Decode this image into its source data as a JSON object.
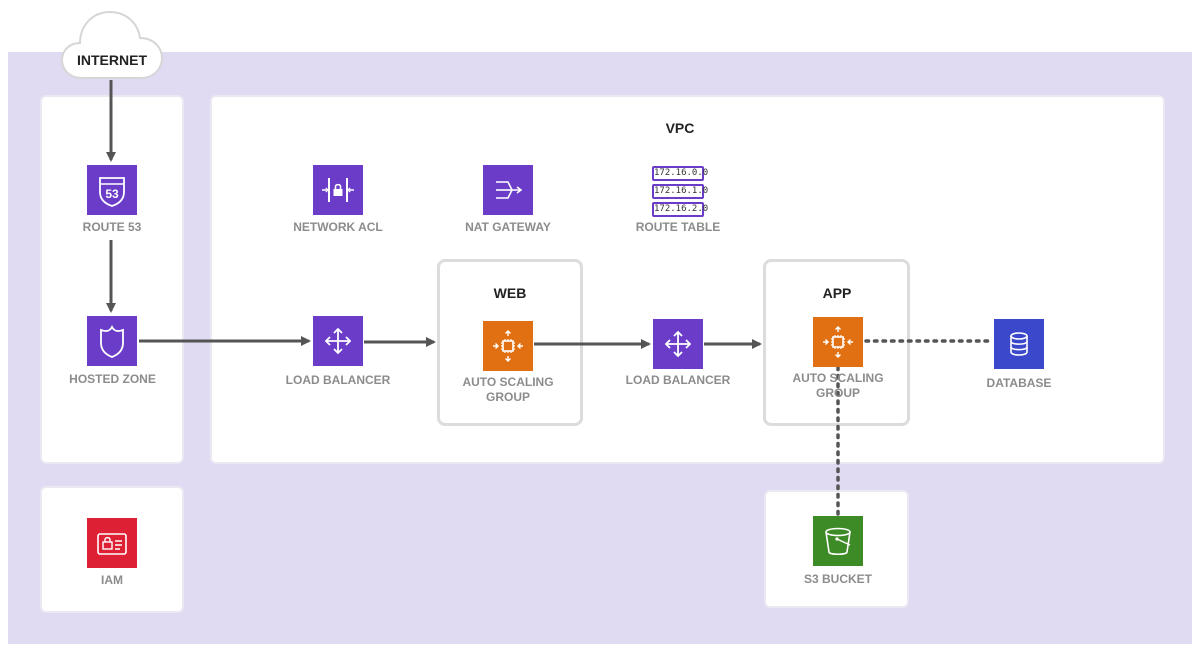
{
  "colors": {
    "background": "#e0daf2",
    "network_purple": "#6a3cc8",
    "compute_orange": "#e07012",
    "security_red": "#dd2033",
    "storage_green": "#3d8b26",
    "database_blue": "#3b48cc",
    "arrow": "#555555"
  },
  "internet": {
    "label": "INTERNET"
  },
  "vpc": {
    "title": "VPC"
  },
  "web_group": {
    "title": "WEB"
  },
  "app_group": {
    "title": "APP"
  },
  "nodes": {
    "route53": {
      "label": "ROUTE 53",
      "icon": "route53-shield-icon",
      "badge": "53"
    },
    "hosted_zone": {
      "label": "HOSTED ZONE",
      "icon": "shield-icon"
    },
    "network_acl": {
      "label": "NETWORK ACL",
      "icon": "network-acl-icon"
    },
    "nat_gateway": {
      "label": "NAT GATEWAY",
      "icon": "nat-gateway-icon"
    },
    "route_table": {
      "label": "ROUTE TABLE",
      "icon": "route-table-icon",
      "entries": [
        "172.16.0.0",
        "172.16.1.0",
        "172.16.2.0"
      ]
    },
    "lb_web": {
      "label": "LOAD BALANCER",
      "icon": "load-balancer-icon"
    },
    "asg_web": {
      "label": "AUTO SCALING GROUP",
      "icon": "auto-scaling-icon"
    },
    "lb_app": {
      "label": "LOAD BALANCER",
      "icon": "load-balancer-icon"
    },
    "asg_app": {
      "label": "AUTO SCALING GROUP",
      "icon": "auto-scaling-icon"
    },
    "database": {
      "label": "DATABASE",
      "icon": "database-icon"
    },
    "iam": {
      "label": "IAM",
      "icon": "iam-icon"
    },
    "s3": {
      "label": "S3 BUCKET",
      "icon": "bucket-icon"
    }
  }
}
